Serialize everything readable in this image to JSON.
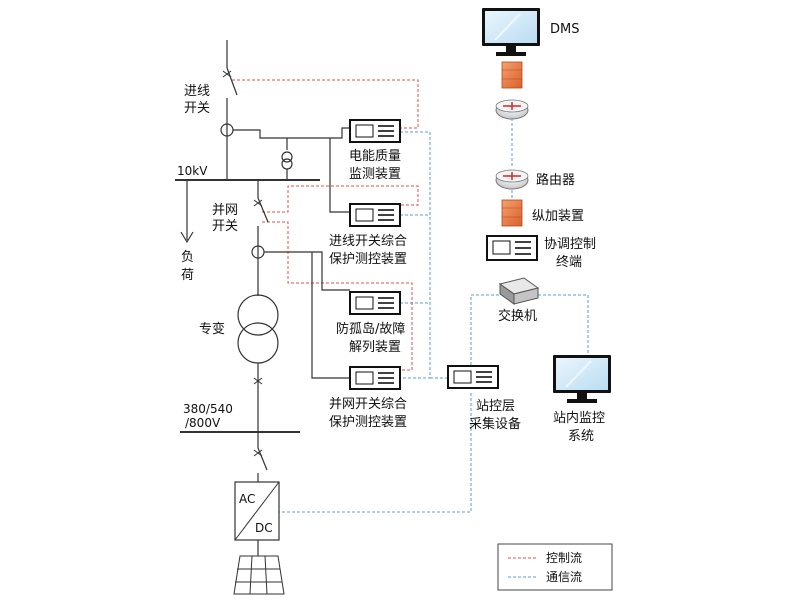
{
  "labels": {
    "dms": "DMS",
    "incoming_switch": [
      "进线",
      "开关"
    ],
    "bus_10kv": "10kV",
    "load": [
      "负",
      "荷"
    ],
    "grid_switch": [
      "并网",
      "开关"
    ],
    "transformer": "专变",
    "bus_lv": [
      "380/540",
      "/800V"
    ],
    "inverter_ac": "AC",
    "inverter_dc": "DC",
    "pq_monitor": [
      "电能质量",
      "监测装置"
    ],
    "incoming_protection": [
      "进线开关综合",
      "保护测控装置"
    ],
    "anti_islanding": [
      "防孤岛/故障",
      "解列装置"
    ],
    "grid_protection": [
      "并网开关综合",
      "保护测控装置"
    ],
    "router": "路由器",
    "longitudinal_device": "纵加装置",
    "coordination_terminal": [
      "协调控制",
      "终端"
    ],
    "switch": "交换机",
    "station_collector": [
      "站控层",
      "采集设备"
    ],
    "station_monitor": [
      "站内监控",
      "系统"
    ]
  },
  "legend": {
    "control": "控制流",
    "comm": "通信流"
  },
  "colors": {
    "control": "#d9534f",
    "comm": "#5b9bd5",
    "firewall": "#e8743b",
    "line": "#333333"
  }
}
